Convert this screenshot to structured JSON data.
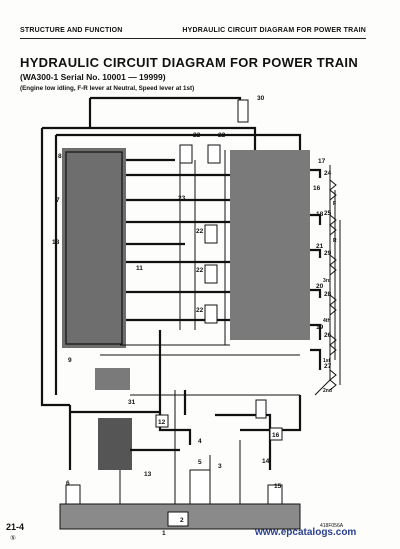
{
  "header": {
    "left": "STRUCTURE AND FUNCTION",
    "right": "HYDRAULIC CIRCUIT DIAGRAM FOR POWER TRAIN"
  },
  "title": "HYDRAULIC CIRCUIT DIAGRAM FOR POWER TRAIN",
  "subtitle": "(WA300-1  Serial No. 10001 — 19999)",
  "condition": "(Engine low idling, F-R lever at Neutral, Speed lever at 1st)",
  "component_numbers": [
    "1",
    "2",
    "3",
    "4",
    "5",
    "6",
    "7",
    "8",
    "9",
    "10",
    "11",
    "12",
    "13",
    "14",
    "15",
    "16",
    "17",
    "18",
    "19",
    "20",
    "21",
    "22",
    "23",
    "24",
    "25",
    "26",
    "27",
    "28",
    "29",
    "30",
    "31"
  ],
  "clutch_labels": [
    "F",
    "R",
    "3rd",
    "4th",
    "1st",
    "2nd"
  ],
  "footer": {
    "page": "21-4",
    "page_sub": "⑤",
    "drawing_no": "418F056A",
    "watermark": "www.epcatalogs.com"
  },
  "colors": {
    "ink": "#111111",
    "shade": "#6e6e6e",
    "paper": "#fdfdfb",
    "watermark": "#2a3f8f"
  }
}
